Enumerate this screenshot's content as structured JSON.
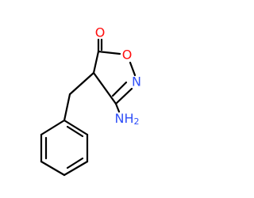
{
  "molecule": {
    "atoms": {
      "carbonyl_oxygen": {
        "text": "O",
        "color": "#ff0d0d"
      },
      "ring_oxygen": {
        "text": "O",
        "color": "#ff0d0d"
      },
      "ring_nitrogen": {
        "text": "N",
        "color": "#3050f8"
      },
      "amino_nitrogen": {
        "text": "NH",
        "subscript": "2",
        "color": "#3050f8"
      }
    },
    "bond_color": "#000000"
  }
}
